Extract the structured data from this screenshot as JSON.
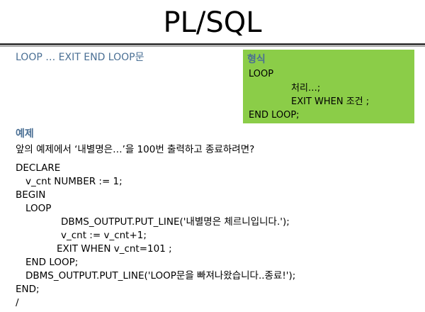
{
  "title": "PL/SQL",
  "subtitle": "LOOP … EXIT END LOOP문",
  "format": {
    "label": "형식",
    "lines": [
      "LOOP",
      "처리…;",
      "EXIT WHEN 조건 ;",
      "END LOOP;"
    ]
  },
  "example": {
    "label": "예제",
    "description": "앞의 예제에서 ‘내별명은…’을 100번 출력하고 종료하려면?"
  },
  "code": [
    "DECLARE",
    "v_cnt NUMBER := 1;",
    "BEGIN",
    "LOOP",
    "DBMS_OUTPUT.PUT_LINE('내별명은 체르니입니다.');",
    "v_cnt := v_cnt+1;",
    "EXIT WHEN v_cnt=101 ;",
    "END LOOP;",
    "DBMS_OUTPUT.PUT_LINE('LOOP문을 빠져나왔습니다..종료!');",
    "END;",
    "/"
  ]
}
